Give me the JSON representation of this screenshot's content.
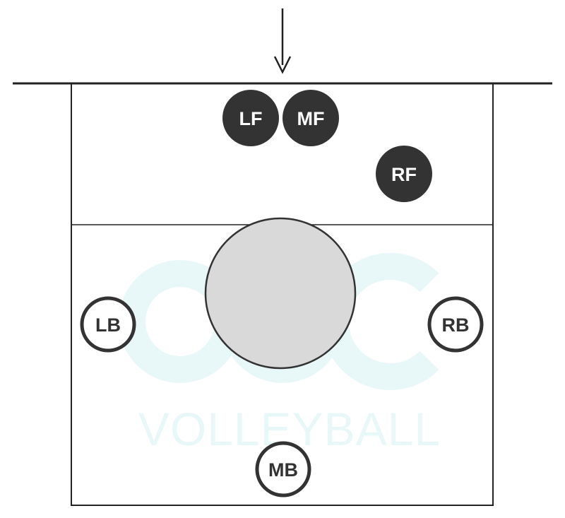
{
  "watermark": {
    "text": "VOLLEYBALL",
    "color": "#d6f2f4"
  },
  "colors": {
    "line": "#222222",
    "filled_player": "#333333",
    "filled_text": "#ffffff",
    "outline_player_fill": "#ffffff",
    "outline_text": "#333333",
    "zone_fill": "#d9d9d9"
  },
  "players": [
    {
      "id": "lf",
      "label": "LF",
      "style": "filled"
    },
    {
      "id": "mf",
      "label": "MF",
      "style": "filled"
    },
    {
      "id": "rf",
      "label": "RF",
      "style": "filled"
    },
    {
      "id": "lb",
      "label": "LB",
      "style": "outline"
    },
    {
      "id": "rb",
      "label": "RB",
      "style": "outline"
    },
    {
      "id": "mb",
      "label": "MB",
      "style": "outline"
    }
  ],
  "icons": {
    "arrow": "down-arrow-icon",
    "zone": "gray-circle-zone"
  }
}
